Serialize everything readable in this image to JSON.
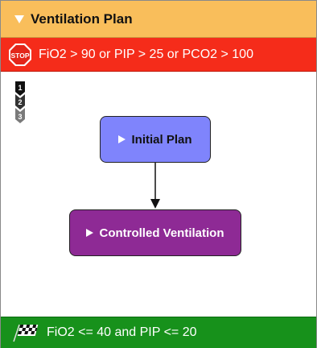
{
  "header": {
    "title": "Ventilation Plan",
    "icon": "collapse-triangle-icon"
  },
  "stop_condition": {
    "text": "FiO2 > 90 or PIP > 25 or PCO2 > 100",
    "icon": "stop-sign-icon",
    "badge": "STOP"
  },
  "step_stack": [
    "1",
    "2",
    "3"
  ],
  "nodes": [
    {
      "label": "Initial Plan",
      "color": "#7f84fc"
    },
    {
      "label": "Controlled Ventilation",
      "color": "#8e2a95"
    }
  ],
  "edges": [
    {
      "from": "Initial Plan",
      "to": "Controlled Ventilation"
    }
  ],
  "goal_condition": {
    "text": "FiO2 <= 40 and PIP <= 20",
    "icon": "checkered-flag-icon"
  },
  "colors": {
    "header": "#f9be5b",
    "stop_bar": "#f52c1a",
    "goal_bar": "#17911b"
  }
}
